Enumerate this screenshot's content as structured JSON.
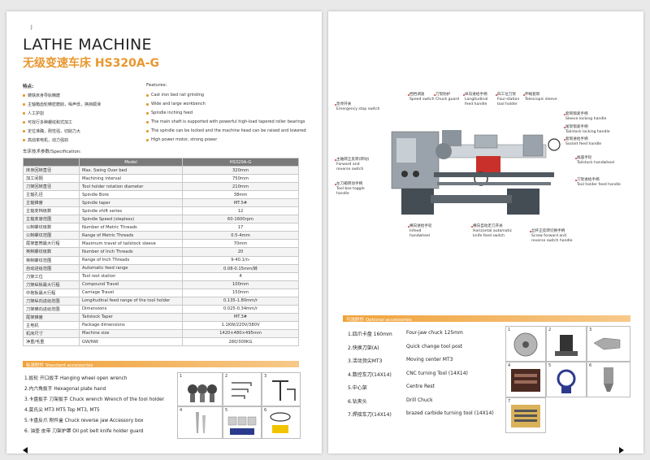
{
  "left_page": {
    "page_mark": "J",
    "title": "LATHE MACHINE",
    "subtitle": "无级变速车床 HS320A-G",
    "features_cn_heading": "特点:",
    "features_cn": [
      "铸铁床身导轨精磨",
      "主轴箱齿轮精密磨削，噪声低，换挡顺滑",
      "人工护割",
      "可找行多种螺纹和式加工",
      "定位准确，刚性强，切削力大",
      "高动率电机，动力强劲"
    ],
    "features_en_heading": "Features:",
    "features_en": [
      "Cast iron bed rail grinding",
      "Wide and large workbench",
      "Spindle inching feed",
      "The main shaft is supported with powerful high-load tapered roller bearings",
      "The spindle can be locked and the machine head can be raised and lowered",
      "High power motor, strong power"
    ],
    "spec_heading": "车床技术参数/Specification:",
    "spec_header": {
      "model": "Model",
      "value": "HS320A-G"
    },
    "specs": [
      [
        "床身回转直径",
        "Max. Swing Over bed",
        "320mm"
      ],
      [
        "加工间隔",
        "Machining interval",
        "750mm"
      ],
      [
        "刀架回转直径",
        "Tool holder rotation diameter",
        "210mm"
      ],
      [
        "主轴孔径",
        "Spindle Bore",
        "38mm"
      ],
      [
        "主轴锥度",
        "Spindle taper",
        "MT.5#"
      ],
      [
        "主轴变档级数",
        "Spindle shift series",
        "12"
      ],
      [
        "主轴变速范围",
        "Spindle Speed (stepless)",
        "60-1600rpm"
      ],
      [
        "公制螺纹级数",
        "Number of Metric Threads",
        "17"
      ],
      [
        "公制螺纹范围",
        "Range of Metric Threads",
        "0.5-4mm"
      ],
      [
        "尾架套筒最大行程",
        "Maximum travel of tailstock sleeve",
        "70mm"
      ],
      [
        "英制螺纹级数",
        "Number of Inch Threads",
        "20"
      ],
      [
        "英制螺纹范围",
        "Range of Inch Threads",
        "9-40.1/n-"
      ],
      [
        "自动进给范围",
        "Automatic feed range",
        "0.08-0.15mm/转"
      ],
      [
        "刀架工位",
        "Tool rest station",
        "4"
      ],
      [
        "刀架纵板最大行程",
        "Compound Travel",
        "100mm"
      ],
      [
        "中拖板最大行程",
        "Carriage Travel",
        "150mm"
      ],
      [
        "刀架纵向进给范围",
        "Longitudinal feed range of the tool holder",
        "0.135-1.80mm/r"
      ],
      [
        "刀架横向进给范围",
        "Dimensions",
        "0.025-0.34mm/r"
      ],
      [
        "尾架锥度",
        "Tailstock Taper",
        "MT.3#"
      ],
      [
        "主电机",
        "Package dimensions",
        "1.1KW/220V/380V"
      ],
      [
        "机床尺寸",
        "Machine size",
        "1420×480×495mm"
      ],
      [
        "净重/毛重",
        "GW/NW",
        "280/300KG"
      ]
    ],
    "standard_bar": "标准附件 Standard accessories",
    "standard_items": [
      "1.扳轮  开口扳手 Hanging wheel open wrench",
      "2.内六角扳手 Hexagonal plate hand",
      "3.卡盘扳手 刀架扳手 Chuck wrench Wrench of the tool holder",
      "4.莫氏尖 MT3 MT5 Top MT3, MT5",
      "5.卡盘反爪 附件盒 Chuck reverse jaw Accessory box",
      "6. 油壶  皮带 刀架护罩 Oil pot belt knife holder guard"
    ],
    "thumb_numbers": [
      "1",
      "2",
      "3",
      "4",
      "5",
      "6"
    ]
  },
  "right_page": {
    "callouts": {
      "emergency": "急停开关\nEmergency stop switch",
      "speed": "档档调速\nSpeed switch",
      "chuck_guard": "刀架防护\nChuck guard",
      "long_feed": "纵向进给手柄\nLongitudinal\nfeed handle",
      "four_station": "四工位刀架\nFour-station\ntool holder",
      "telescopic": "伸缩套筒\nTelescopic sleeve",
      "sleeve_lock": "套筒锁紧手柄\nSleeve locking handle",
      "tailstock_lock": "尾架锁紧手柄\nTailstock locking handle",
      "socket_feed": "套筒进给手柄\nSocket feed handle",
      "tailstock_hand": "尾座手轮\nTailstock handwheel",
      "tool_holder_feed": "刀架进给手柄\nTool holder feed handle",
      "forward_reverse": "主轴转正反转(转动)\nForward and\nreverse switch",
      "tool_box": "左刀箱转动手柄\nTool box toggle\nhandle",
      "infeed": "横向进给手轮\nInfeed\nhandwheel",
      "horizontal_auto": "横向自动走刀开关\nHorizontal automatic\nknife feed switch",
      "screw_forward": "丝杆正反转切换手柄\nScrew forward and\nreverse switch handle"
    },
    "optional_bar": "可选附件 Optional accessories",
    "optional_items": [
      {
        "cn": "1.四爪卡盘 160mm",
        "en": "Four-jaw chuck 125mm"
      },
      {
        "cn": "2.快换刀架(A)",
        "en": "Quick change tool post"
      },
      {
        "cn": "3.活动顶尖MT3",
        "en": "Moving center MT3"
      },
      {
        "cn": "4.数控车刀(14X14)",
        "en": "CNC turning Tool (14X14)"
      },
      {
        "cn": "5.中心架",
        "en": "Centre Rest"
      },
      {
        "cn": "6.钻夹头",
        "en": "Drill Chuck"
      },
      {
        "cn": "7.焊接车刀(14X14)",
        "en": "brazed carbide turning tool (14X14)"
      }
    ],
    "thumb_numbers": [
      "1",
      "2",
      "3",
      "4",
      "5",
      "6",
      "7"
    ]
  },
  "colors": {
    "accent": "#e8972f",
    "table_header": "#7a7a7a",
    "leader": "#dd3333"
  }
}
